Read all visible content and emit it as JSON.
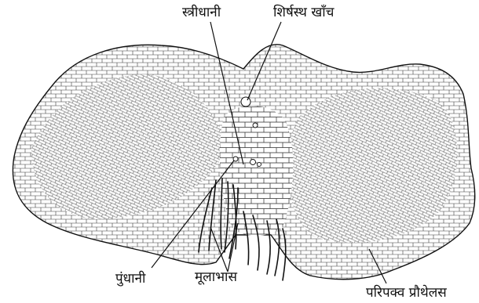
{
  "labels": {
    "archegonium": "स्त्रीधानी",
    "apical_notch": "शिर्षस्थ खाँच",
    "antheridium": "पुंधानी",
    "rhizoids": "मूलाभास",
    "mature_prothallus": "परिपक्व प्रौथेलस"
  },
  "colors": {
    "ink": "#111111",
    "cell_line": "#3a3a3a",
    "background": "#ffffff"
  }
}
